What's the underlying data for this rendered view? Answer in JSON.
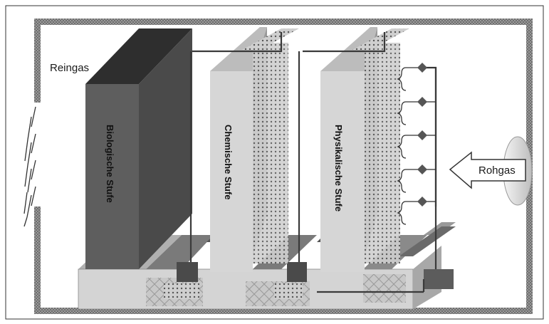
{
  "labels": {
    "reingas": "Reingas",
    "rohgas": "Rohgas",
    "stage_biological": "Biologische Stufe",
    "stage_chemical": "Chemische Stufe",
    "stage_physical": "Physikalische Stufe"
  },
  "colors": {
    "housing_wall": "#8a8a8a",
    "biological_front": "#5e5e5e",
    "biological_side": "#4a4a4a",
    "biological_top": "#2e2e2e",
    "chemical_front": "#d2d2d2",
    "physical_front": "#d2d2d2",
    "pipe": "#3a3a3a",
    "base": "#bdbdbd"
  }
}
